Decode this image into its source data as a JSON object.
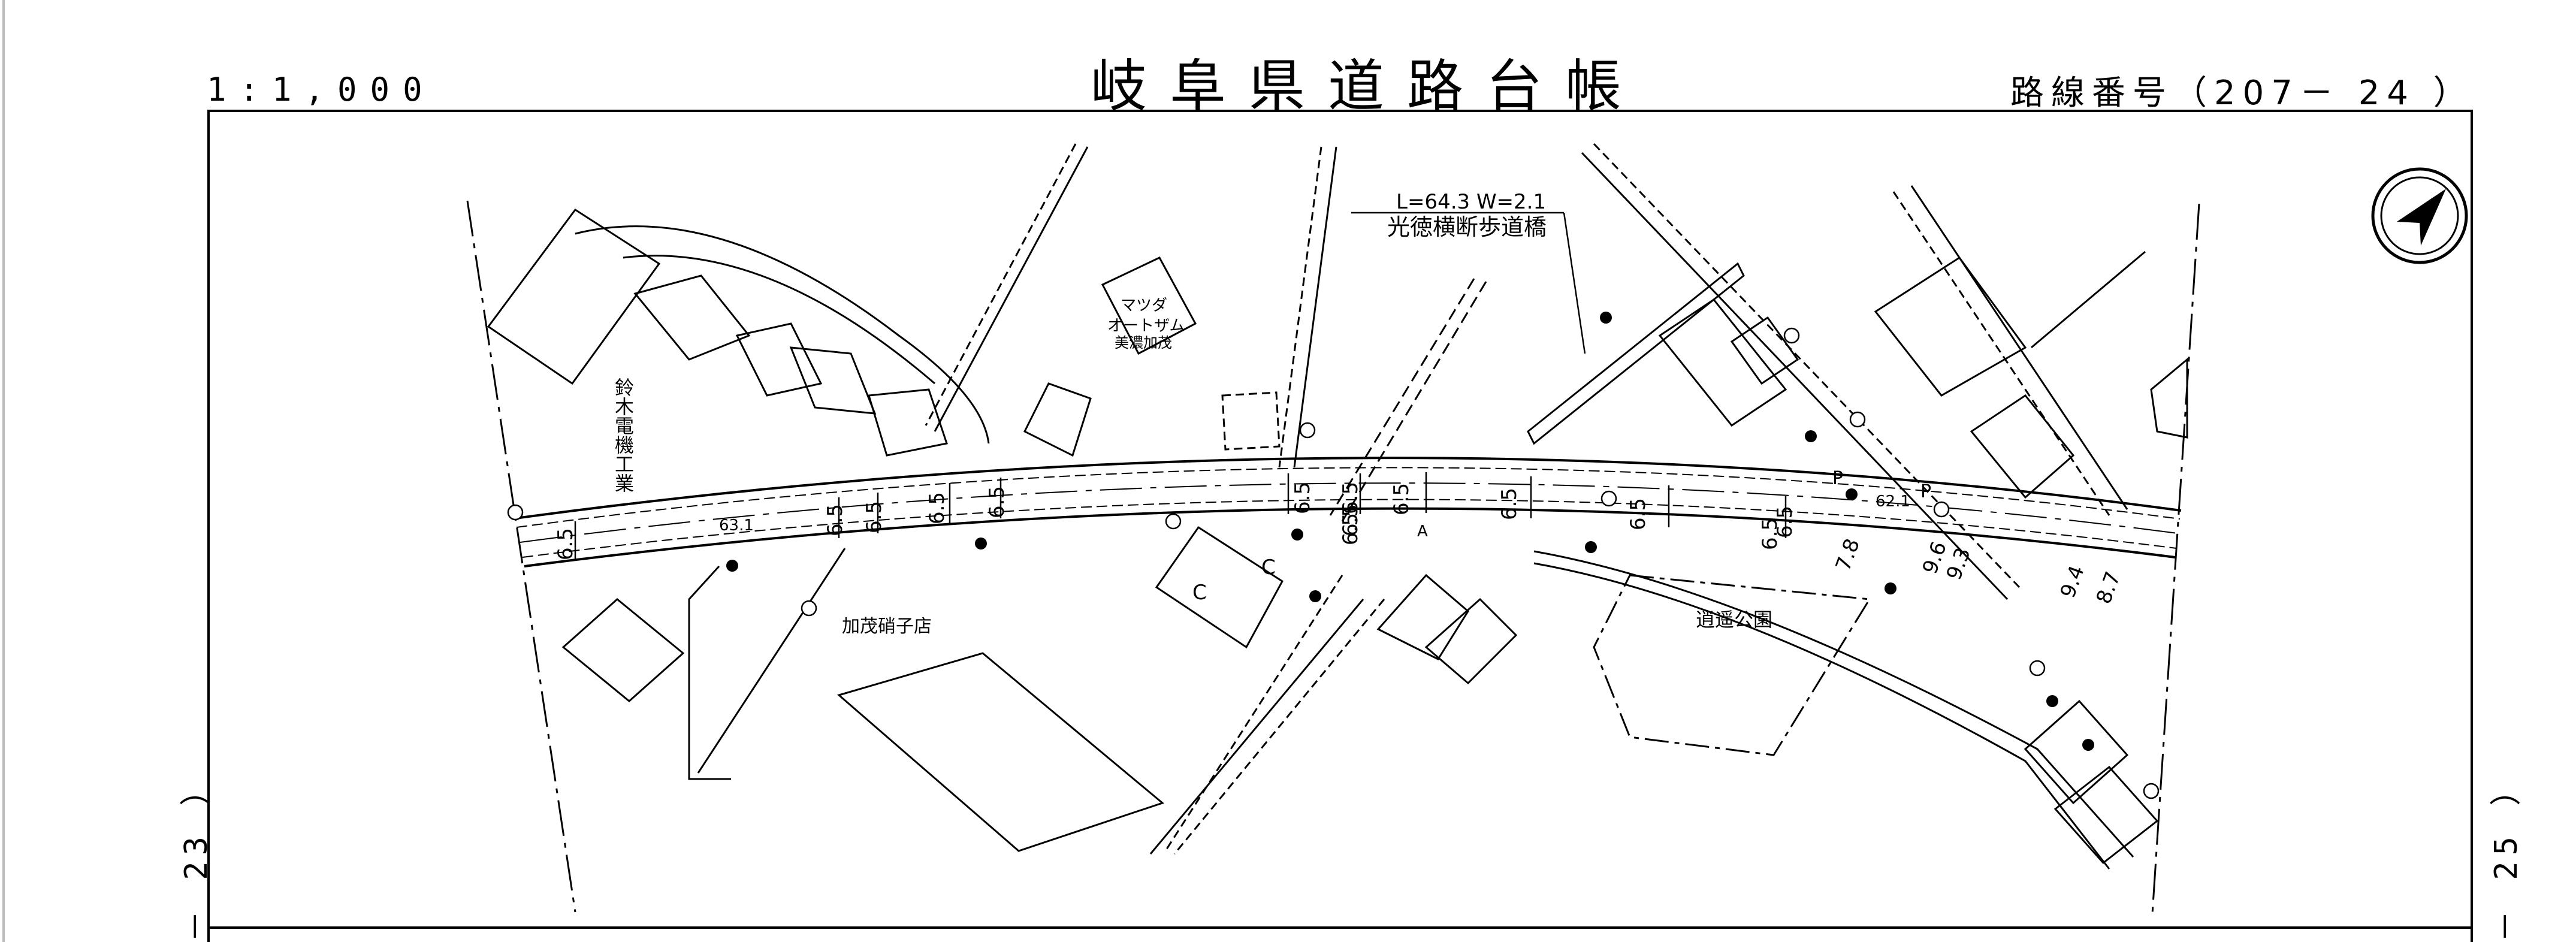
{
  "header": {
    "scale": "1:1,000",
    "title": "岐阜県道路台帳",
    "route": "路線番号（207－ 24 ）"
  },
  "side": {
    "left": "－ 23 ）",
    "right": "－ 25 ）"
  },
  "map": {
    "bridge_dims": "L=64.3  W=2.1",
    "bridge_name": "光徳横断歩道橋",
    "labels": {
      "mazda_1": "マツダ",
      "mazda_2": "オートザム",
      "mazda_3": "美濃加茂",
      "suzuki": "鈴木電機工業",
      "kamo_glass": "加茂硝子店",
      "park": "逍遥公園"
    },
    "widths": [
      "6.5",
      "6.5",
      "6.5",
      "6.5",
      "6.5",
      "6.5",
      "6.5",
      "6.5",
      "6.5",
      "6.5",
      "6.5",
      "6.5",
      "6.5",
      "6.5"
    ],
    "small_widths": [
      "7.8",
      "9.6",
      "9.3",
      "9.4",
      "8.7"
    ],
    "elevations": [
      "63.1",
      "62.1"
    ],
    "ref_letters": [
      "C",
      "C",
      "A",
      "P",
      "P"
    ]
  }
}
